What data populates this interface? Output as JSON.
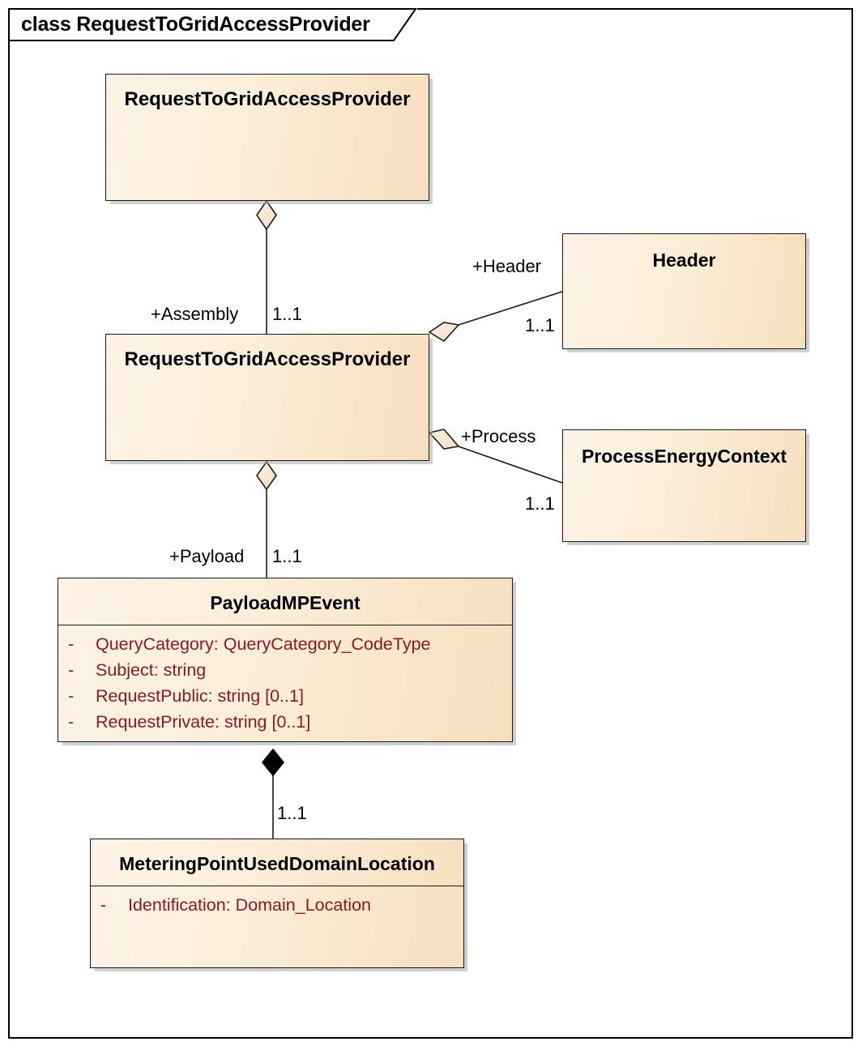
{
  "diagram": {
    "frame_keyword": "class",
    "frame_title": "RequestToGridAccessProvider",
    "frame_label": "class RequestToGridAccessProvider",
    "colors": {
      "class_fill_light": "#fdf3e6",
      "class_fill_dark": "#f6dfbe",
      "class_border": "#1a1a1a",
      "attribute_text": "#8b1a1a",
      "title_text": "#000000",
      "line": "#1a1a1a",
      "shadow": "#aaaaaa",
      "page_background": "#ffffff"
    }
  },
  "classes": [
    {
      "id": "req-top",
      "name": "RequestToGridAccessProvider",
      "attributes": []
    },
    {
      "id": "req-mid",
      "name": "RequestToGridAccessProvider",
      "attributes": []
    },
    {
      "id": "header",
      "name": "Header",
      "attributes": []
    },
    {
      "id": "process-energy-context",
      "name": "ProcessEnergyContext",
      "attributes": []
    },
    {
      "id": "payload-mp-event",
      "name": "PayloadMPEvent",
      "attributes": [
        {
          "visibility": "-",
          "signature": "QueryCategory: QueryCategory_CodeType"
        },
        {
          "visibility": "-",
          "signature": "Subject: string"
        },
        {
          "visibility": "-",
          "signature": "RequestPublic: string [0..1]"
        },
        {
          "visibility": "-",
          "signature": "RequestPrivate: string [0..1]"
        }
      ]
    },
    {
      "id": "metering-point-used-domain-location",
      "name": "MeteringPointUsedDomainLocation",
      "attributes": [
        {
          "visibility": "-",
          "signature": "Identification: Domain_Location"
        }
      ]
    }
  ],
  "associations": [
    {
      "id": "assembly",
      "role": "+Assembly",
      "multiplicity": "1..1",
      "kind": "aggregation",
      "from": "req-top",
      "to": "req-mid"
    },
    {
      "id": "header-assoc",
      "role": "+Header",
      "multiplicity": "1..1",
      "kind": "aggregation",
      "from": "req-mid",
      "to": "header"
    },
    {
      "id": "process-assoc",
      "role": "+Process",
      "multiplicity": "1..1",
      "kind": "aggregation",
      "from": "req-mid",
      "to": "process-energy-context"
    },
    {
      "id": "payload-assoc",
      "role": "+Payload",
      "multiplicity": "1..1",
      "kind": "aggregation",
      "from": "req-mid",
      "to": "payload-mp-event"
    },
    {
      "id": "mp-location-assoc",
      "role": "",
      "multiplicity": "1..1",
      "kind": "composition",
      "from": "payload-mp-event",
      "to": "metering-point-used-domain-location"
    }
  ]
}
